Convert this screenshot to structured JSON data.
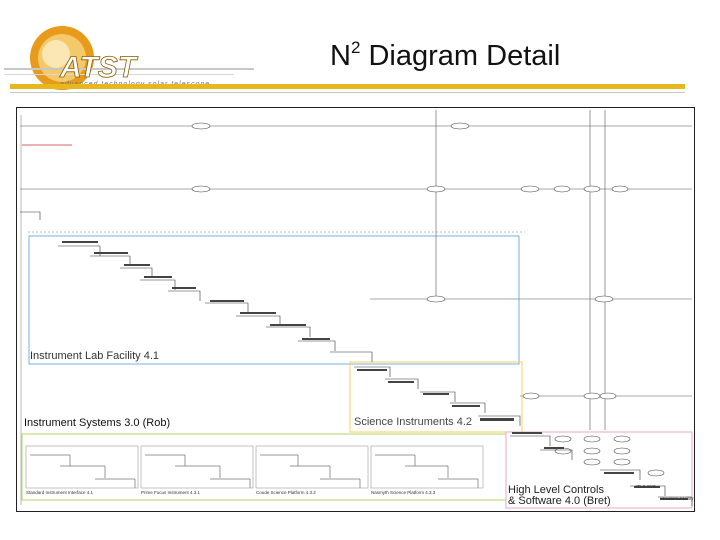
{
  "header": {
    "title": "N",
    "title_sup": "2",
    "title_rest": " Diagram Detail",
    "logo_text": "ATST",
    "logo_tagline": "advanced technology solar telescope"
  },
  "colors": {
    "accent_gold": "#e6b81c",
    "logo_orange": "#e89b1a",
    "blue_box": "#5b9bd5",
    "green_box": "#b6d66a",
    "yellow_box": "#f2d35c",
    "pink_box": "#e8a8c8",
    "red_line": "#cc3333"
  },
  "groups": {
    "instrument_lab": "Instrument Lab Facility 4.1",
    "instrument_systems": "Instrument Systems 3.0 (Rob)",
    "science_instruments": "Science Instruments 4.2",
    "high_level_line1": "High Level Controls",
    "high_level_line2": "& Software 4.0 (Bret)"
  },
  "bottom_panels": [
    {
      "caption": "Standard Instrument Interface 4.1"
    },
    {
      "caption": "Prime Focus Instrument 4.3.1"
    },
    {
      "caption": "Coude Science Platform 4.3.2"
    },
    {
      "caption": "Nasmyth Science Platform 4.3.3"
    }
  ],
  "diagram_notes": {
    "right_bottom_1": "ITLS SYS",
    "right_bottom_2": "Structure Facility"
  }
}
